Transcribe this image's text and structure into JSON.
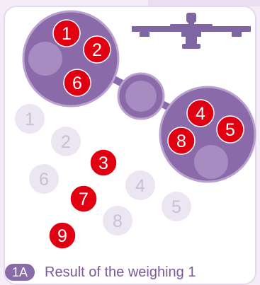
{
  "colors": {
    "background": "#f4edf7",
    "pan": "#8a6aa8",
    "pan_outline": "#b9a2cf",
    "pan_slot": "#a68cc1",
    "balance_icon": "#7f66a3",
    "coin_on_pan": "#e10011",
    "coin_unused": "#ebe6f1",
    "coin_unused_text": "#c8bfd6"
  },
  "icon": "balance-scale-icon",
  "left_pan": {
    "coins": [
      "1",
      "2",
      "6"
    ]
  },
  "right_pan": {
    "coins": [
      "4",
      "8",
      "5"
    ]
  },
  "loose_coins": [
    {
      "label": "1",
      "state": "unused"
    },
    {
      "label": "2",
      "state": "unused"
    },
    {
      "label": "3",
      "state": "selected"
    },
    {
      "label": "6",
      "state": "unused"
    },
    {
      "label": "4",
      "state": "unused"
    },
    {
      "label": "7",
      "state": "selected"
    },
    {
      "label": "5",
      "state": "unused"
    },
    {
      "label": "8",
      "state": "unused"
    },
    {
      "label": "9",
      "state": "selected"
    }
  ],
  "caption": {
    "badge": "1A",
    "text": "Result of the weighing 1"
  }
}
